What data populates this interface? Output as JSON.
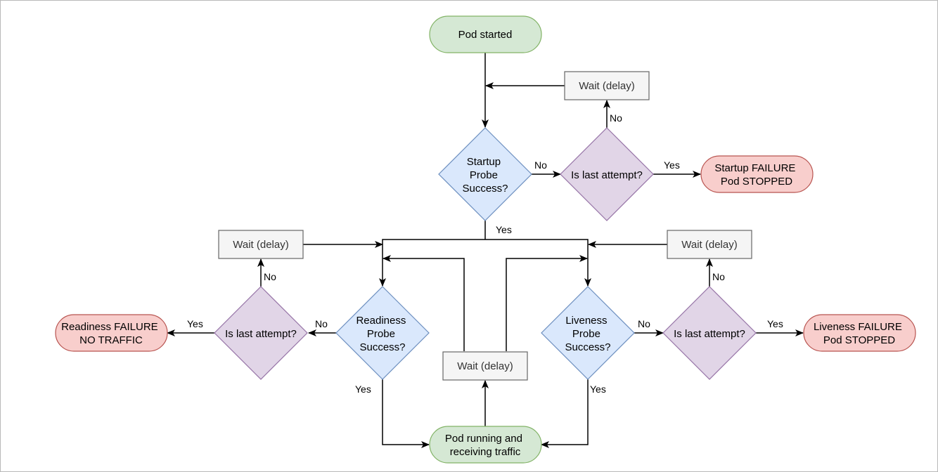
{
  "nodes": {
    "pod_started": "Pod started",
    "wait_top": "Wait (delay)",
    "startup_decision": [
      "Startup",
      "Probe",
      "Success?"
    ],
    "startup_last_attempt": "Is last attempt?",
    "startup_failure": [
      "Startup FAILURE",
      "Pod STOPPED"
    ],
    "wait_left": "Wait (delay)",
    "wait_right": "Wait (delay)",
    "readiness_last_attempt": "Is last attempt?",
    "readiness_failure": [
      "Readiness FAILURE",
      "NO TRAFFIC"
    ],
    "readiness_decision": [
      "Readiness",
      "Probe",
      "Success?"
    ],
    "wait_center": "Wait (delay)",
    "liveness_decision": [
      "Liveness",
      "Probe",
      "Success?"
    ],
    "liveness_last_attempt": "Is last attempt?",
    "liveness_failure": [
      "Liveness FAILURE",
      "Pod STOPPED"
    ],
    "pod_running": [
      "Pod running and",
      "receiving traffic"
    ]
  },
  "edge_labels": {
    "startup_no": "No",
    "startup_last_no": "No",
    "startup_last_yes": "Yes",
    "startup_yes": "Yes",
    "readiness_last_no": "No",
    "readiness_last_yes": "Yes",
    "readiness_no": "No",
    "readiness_yes": "Yes",
    "liveness_no": "No",
    "liveness_last_no": "No",
    "liveness_last_yes": "Yes",
    "liveness_yes": "Yes"
  },
  "colors": {
    "start_fill": "#d5e8d4",
    "start_stroke": "#82b366",
    "decision_fill": "#dae8fc",
    "decision_stroke": "#6c8ebf",
    "attempt_fill": "#e1d5e7",
    "attempt_stroke": "#9673a6",
    "failure_fill": "#f8cecc",
    "failure_stroke": "#b85450",
    "wait_fill": "#f5f5f5",
    "wait_stroke": "#666666"
  }
}
